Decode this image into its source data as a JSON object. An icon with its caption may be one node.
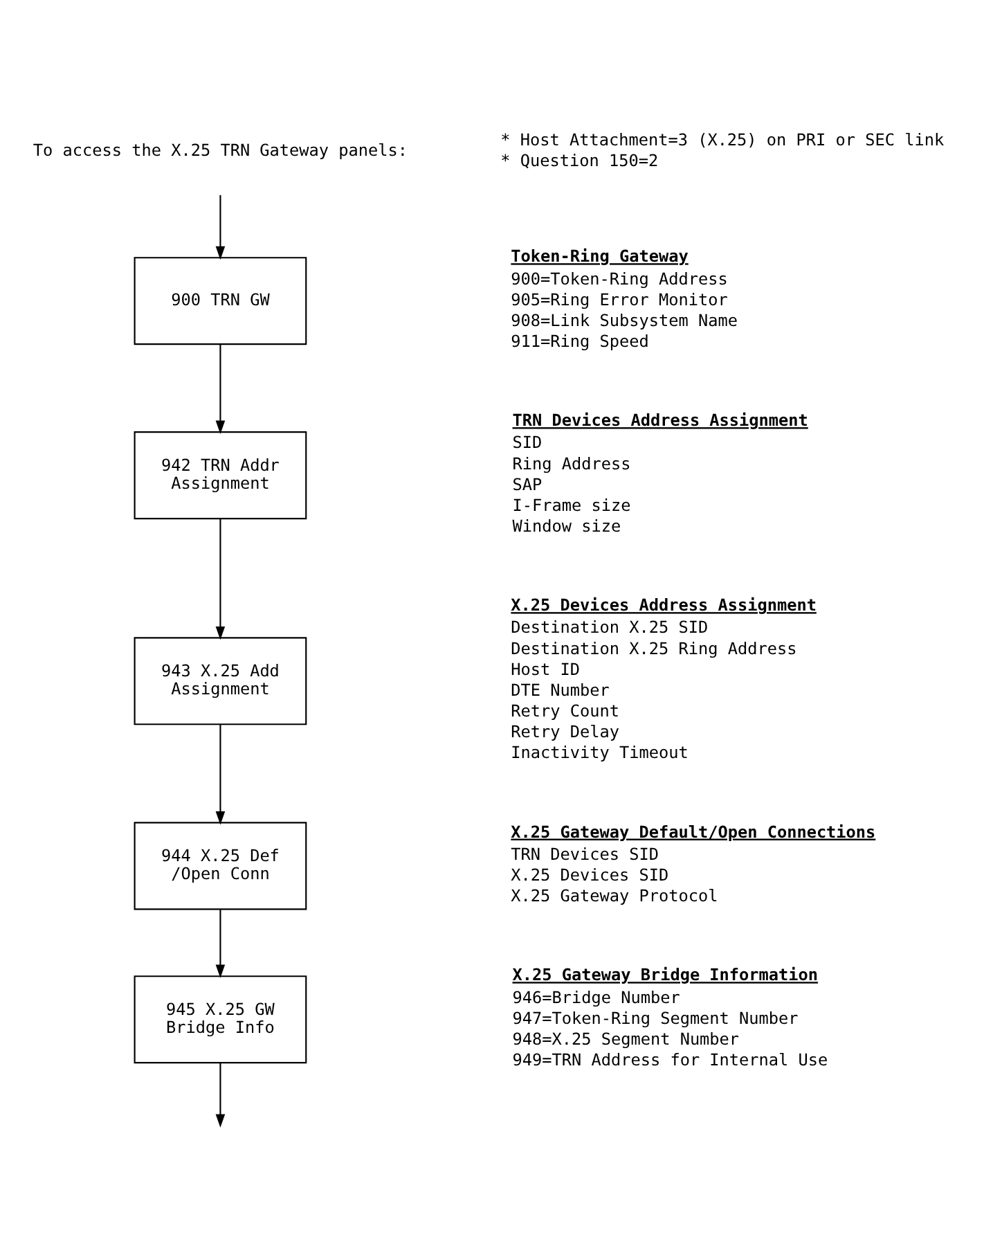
{
  "diagram": {
    "nodes": [
      {
        "text": [
          "To access the X.25 TRN Gateway panels:"
        ]
      },
      {
        "text": [
          "900 TRN GW"
        ],
        "beside": [
          "Token-Ring Gateway",
          "900=Token-Ring Address",
          "905=Ring Error Monitor",
          "908=Link Subsystem Name",
          "911=Ring Speed"
        ]
      },
      {
        "text": [
          "942 TRN Addr Assignment"
        ],
        "beside": [
          "TRN Devices Address Assignment",
          "SID",
          "Ring Address",
          "SAP",
          "I-Frame size",
          "Window size"
        ]
      },
      {
        "text": [
          "943 X.25 Add Assignment"
        ],
        "beside": [
          "X.25 Devices Address Assignment",
          "Destination X.25 SID",
          "Destination X.25 Ring Address",
          "Host ID",
          "DTE Number",
          "Retry Count",
          "Retry Delay",
          "Inactivity Timeout"
        ]
      },
      {
        "text": [
          "944 X.25 Def /Open Conn"
        ],
        "beside": [
          "X.25 Gateway Default/Open Connections",
          "TRN Devices SID",
          "X.25 Devices SID",
          "X.25 Gateway Protocol"
        ]
      },
      {
        "text": [
          "945 X.25 GW Bridge Info"
        ],
        "beside": [
          "X.25 Gateway Bridge Information",
          "946=Bridge Number",
          "947=Token-Ring Segment Number",
          "948=X.25 Segment Number",
          "949=TRN Address for Internal Use"
        ]
      }
    ],
    "edges": [
      {
        "from": 0,
        "to": 1,
        "arrow": "to"
      },
      {
        "from": 1,
        "to": 2,
        "arrow": "to"
      },
      {
        "from": 2,
        "to": 3,
        "arrow": "to"
      },
      {
        "from": 3,
        "to": 4,
        "arrow": "to"
      },
      {
        "from": 4,
        "to": 5,
        "arrow": "to"
      },
      {
        "from": 5,
        "to": null,
        "arrow": "to"
      }
    ],
    "labels": [
      "* Host Attachment=3 (X.25) on PRI or SEC link",
      "* Question 150=2"
    ]
  }
}
